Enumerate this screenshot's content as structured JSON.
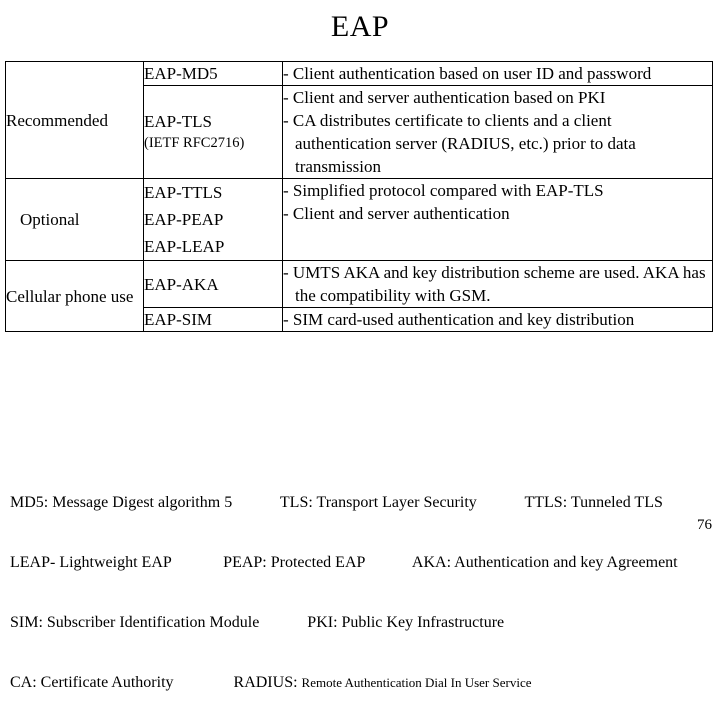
{
  "slide": {
    "title": "EAP",
    "page_number": "76"
  },
  "table": {
    "rows": [
      {
        "category": "",
        "protocols": [
          "EAP-MD5"
        ],
        "protocol_note": "",
        "description": [
          "- Client authentication based on user ID and password"
        ]
      },
      {
        "category": "Recommended",
        "protocols": [
          "EAP-TLS"
        ],
        "protocol_note": "(IETF  RFC2716)",
        "description": [
          "- Client and server authentication based on PKI",
          "- CA distributes certificate to clients and a client authentication server (RADIUS, etc.) prior to data transmission"
        ]
      },
      {
        "category": "Optional",
        "protocols": [
          "EAP-TTLS",
          "EAP-PEAP",
          "EAP-LEAP"
        ],
        "protocol_note": "",
        "description": [
          "- Simplified protocol compared with EAP-TLS",
          "- Client and server authentication"
        ]
      },
      {
        "category": "Cellular phone use",
        "protocols": [
          "EAP-AKA"
        ],
        "protocol_note": "",
        "description": [
          "- UMTS AKA and key distribution scheme are used. AKA has the compatibility with GSM."
        ]
      },
      {
        "category": "",
        "protocols": [
          "EAP-SIM"
        ],
        "protocol_note": "",
        "description": [
          "- SIM card-used authentication and key distribution"
        ]
      }
    ]
  },
  "legend": {
    "line1": "MD5: Message Digest algorithm 5            TLS: Transport Layer Security            TTLS: Tunneled TLS",
    "line2": "LEAP- Lightweight EAP             PEAP: Protected EAP            AKA: Authentication and key Agreement",
    "line3": "SIM: Subscriber Identification Module            PKI: Public Key Infrastructure",
    "line4_a": "CA: Certificate Authority               RADIUS: ",
    "line4_b": "Remote Authentication Dial In User Service"
  }
}
